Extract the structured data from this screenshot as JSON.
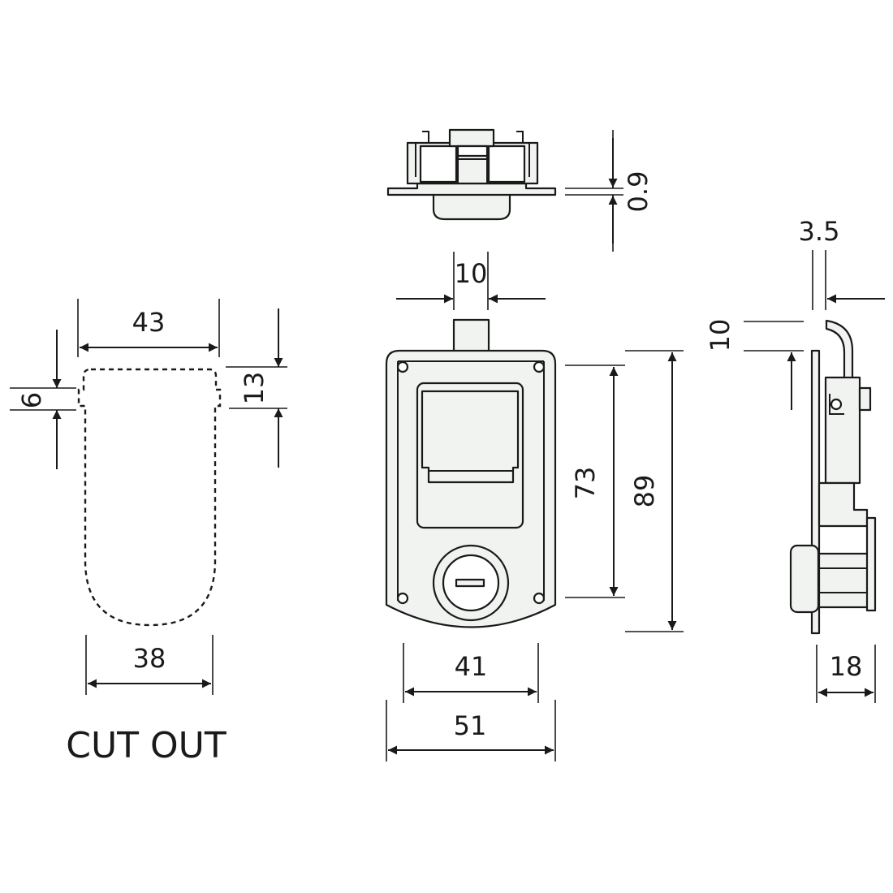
{
  "drawing": {
    "cutout_title": "CUT OUT",
    "dimensions": {
      "cutout_width": "43",
      "cutout_bottom_width": "38",
      "cutout_notch": "6",
      "cutout_top": "13",
      "plate_thickness": "0.9",
      "tongue_width": "10",
      "inner_height": "73",
      "overall_height": "89",
      "inner_width": "41",
      "overall_width": "51",
      "side_offset": "3.5",
      "side_tongue": "10",
      "depth": "18"
    },
    "colors": {
      "line": "#1a1a1a",
      "fill": "#f1f3f1"
    }
  }
}
